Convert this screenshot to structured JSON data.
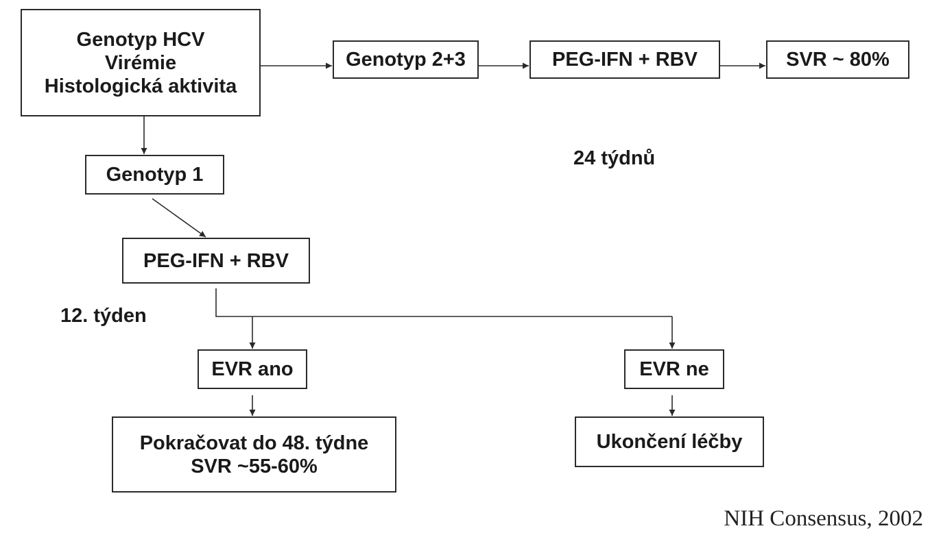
{
  "nodes": {
    "start": {
      "lines": [
        "Genotyp HCV",
        "Virémie",
        "Histologická aktivita"
      ]
    },
    "genotype_23": "Genotyp 2+3",
    "peg_top": "PEG-IFN + RBV",
    "svr_top": "SVR ~ 80%",
    "genotype_1": "Genotyp 1",
    "peg_bottom": "PEG-IFN + RBV",
    "evr_yes": "EVR ano",
    "evr_no": "EVR ne",
    "continue": {
      "lines": [
        "Pokračovat do 48. týdne",
        "SVR ~55-60%"
      ]
    },
    "stop": "Ukončení léčby"
  },
  "labels": {
    "weeks_24": "24 týdnů",
    "week_12": "12. týden"
  },
  "footer": "NIH Consensus, 2002"
}
